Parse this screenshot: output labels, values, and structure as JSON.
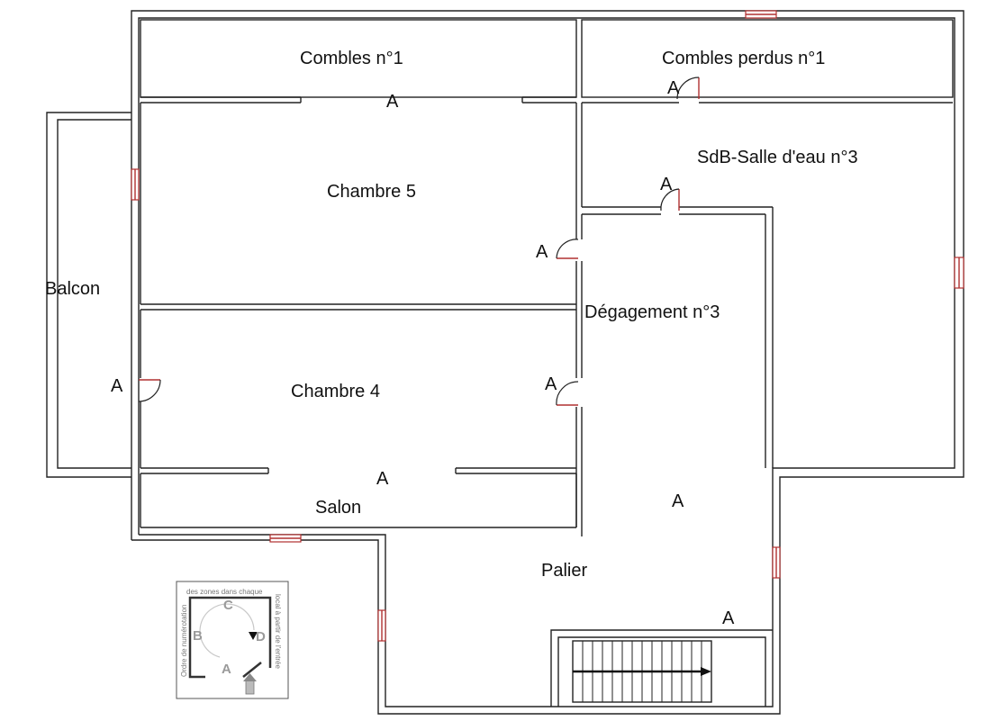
{
  "rooms": {
    "combles_1": "Combles n°1",
    "combles_perdus_1": "Combles perdus n°1",
    "chambre_5": "Chambre 5",
    "sdb_salle_eau_3": "SdB-Salle d'eau n°3",
    "balcon": "Balcon",
    "degagement_3": "Dégagement n°3",
    "chambre_4": "Chambre 4",
    "salon": "Salon",
    "palier": "Palier"
  },
  "zone_marker": "A",
  "legend": {
    "top_text": "des zones dans chaque",
    "left_text": "Ordre de numérotation",
    "right_text": "local à partir de l'entrée",
    "letters": [
      "A",
      "B",
      "C",
      "D"
    ]
  },
  "colors": {
    "walls": "#222222",
    "openings": "#b03030",
    "legend_text": "#9a9a9a"
  }
}
